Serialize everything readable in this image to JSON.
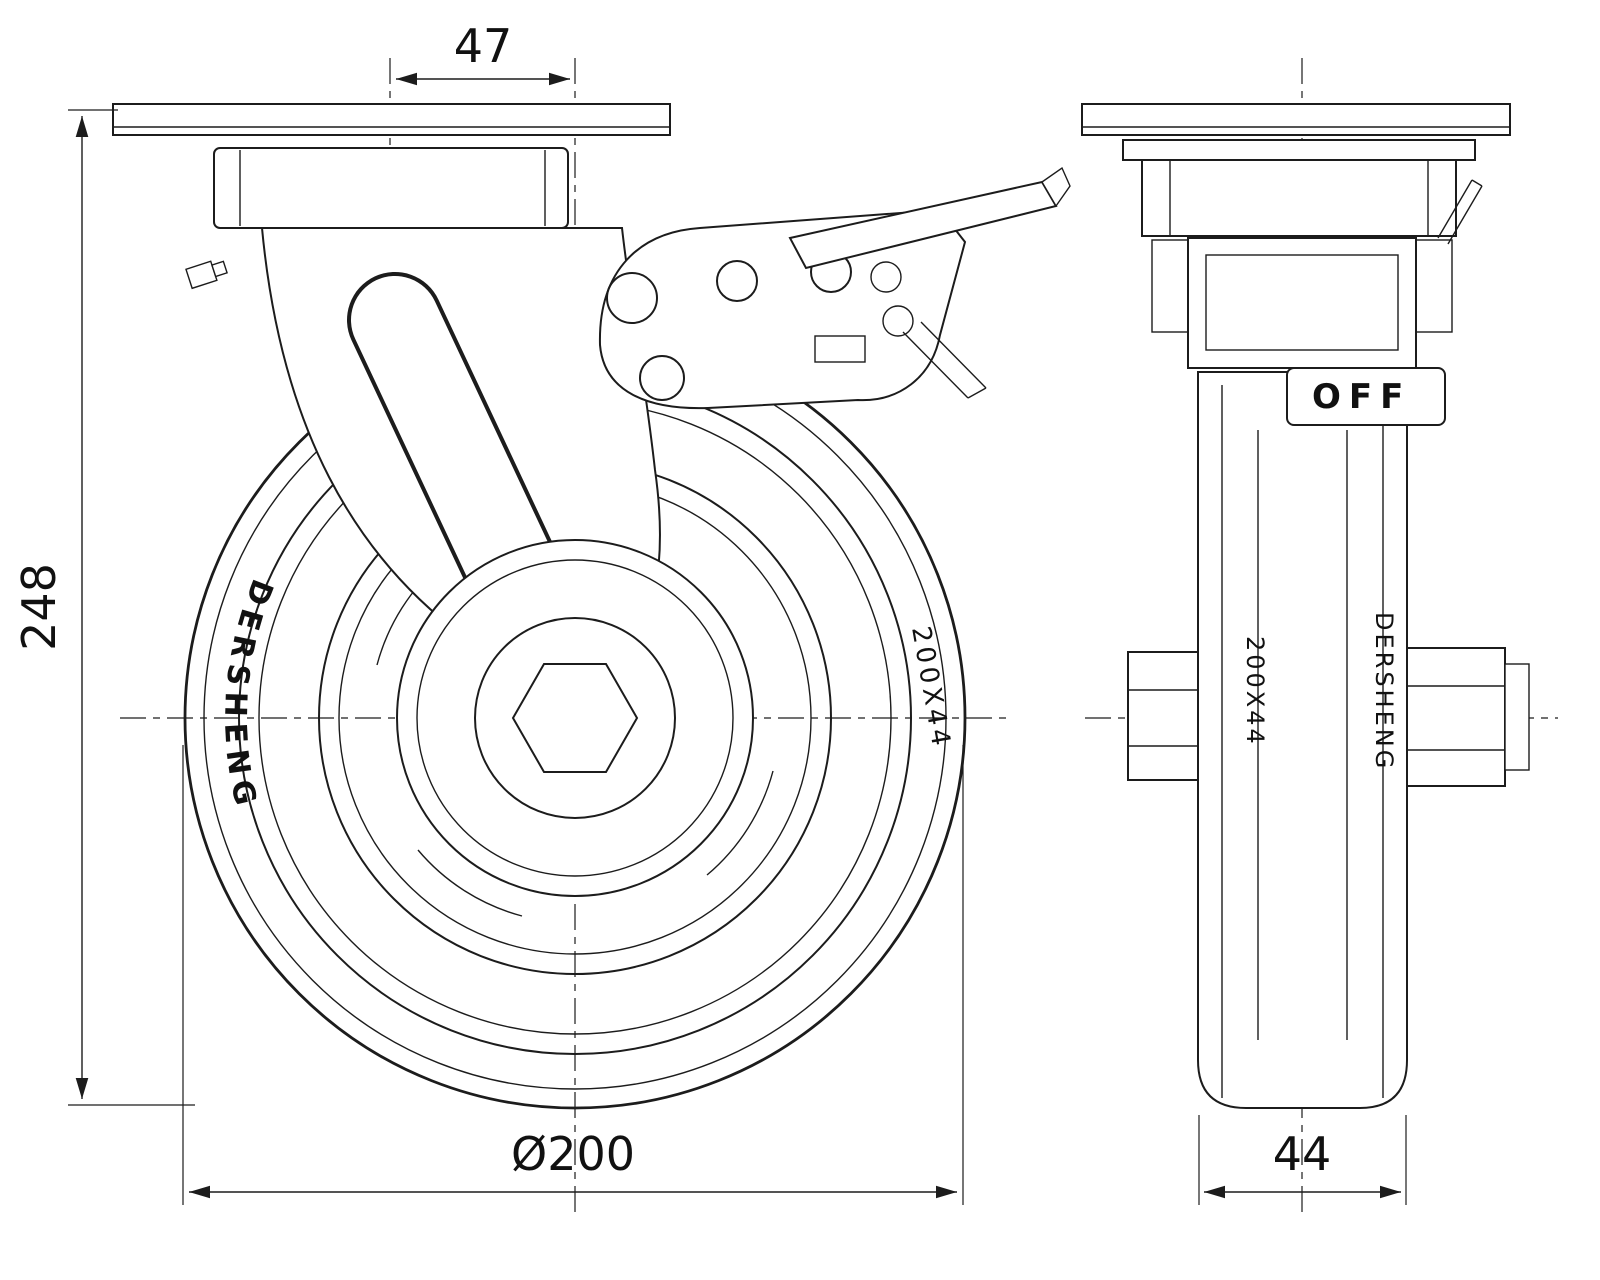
{
  "drawing": {
    "type": "technical-drawing",
    "subject": "swivel caster wheel with brake, front and side orthographic views",
    "dimensions": {
      "swivel_offset": "47",
      "overall_height": "248",
      "wheel_diameter": "Ø200",
      "wheel_width": "44"
    },
    "labels": {
      "brand_front": "DERSHENG",
      "size_front": "200X44",
      "size_side": "200X44",
      "brand_side": "DERSHENG",
      "brake_pedal": "OFF"
    },
    "colors": {
      "line": "#1c1c1c",
      "background": "#ffffff"
    }
  }
}
